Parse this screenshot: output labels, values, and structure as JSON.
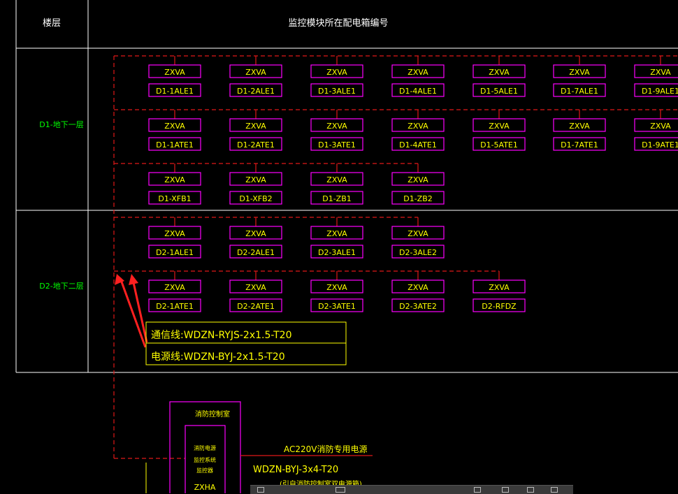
{
  "header": {
    "floor_label": "楼层",
    "box_label": "监控模块所在配电箱编号"
  },
  "floors": [
    {
      "name": "D1-地下一层"
    },
    {
      "name": "D2-地下二层"
    }
  ],
  "module_label": "ZXVA",
  "rows": [
    {
      "floor": "D1",
      "boxes": [
        "D1-1ALE1",
        "D1-2ALE1",
        "D1-3ALE1",
        "D1-4ALE1",
        "D1-5ALE1",
        "D1-7ALE1",
        "D1-9ALE1"
      ]
    },
    {
      "floor": "D1",
      "boxes": [
        "D1-1ATE1",
        "D1-2ATE1",
        "D1-3ATE1",
        "D1-4ATE1",
        "D1-5ATE1",
        "D1-7ATE1",
        "D1-9ATE1"
      ]
    },
    {
      "floor": "D1",
      "boxes": [
        "D1-XFB1",
        "D1-XFB2",
        "D1-ZB1",
        "D1-ZB2"
      ]
    },
    {
      "floor": "D2",
      "boxes": [
        "D2-1ALE1",
        "D2-2ALE1",
        "D2-3ALE1",
        "D2-3ALE2"
      ]
    },
    {
      "floor": "D2",
      "boxes": [
        "D2-1ATE1",
        "D2-2ATE1",
        "D2-3ATE1",
        "D2-3ATE2",
        "D2-RFDZ"
      ]
    }
  ],
  "legend": {
    "comm_line": "通信线:WDZN-RYJS-2x1.5-T20",
    "power_line": "电源线:WDZN-BYJ-2x1.5-T20"
  },
  "control_room": {
    "title": "消防控制室",
    "inner_lines": [
      "消防电源",
      "监控系统",
      "监控器"
    ],
    "device": "ZXHA"
  },
  "supply": {
    "label": "AC220V消防专用电源",
    "cable": "WDZN-BYJ-3x4-T20",
    "note": "(引自消防控制室双电源箱)"
  },
  "colors": {
    "background": "#000000",
    "module_box": "#ff00ff",
    "dashed_bus": "#e01818",
    "floor_text": "#00ff00",
    "annotation": "#ffff00",
    "arrow": "#ff2020"
  }
}
